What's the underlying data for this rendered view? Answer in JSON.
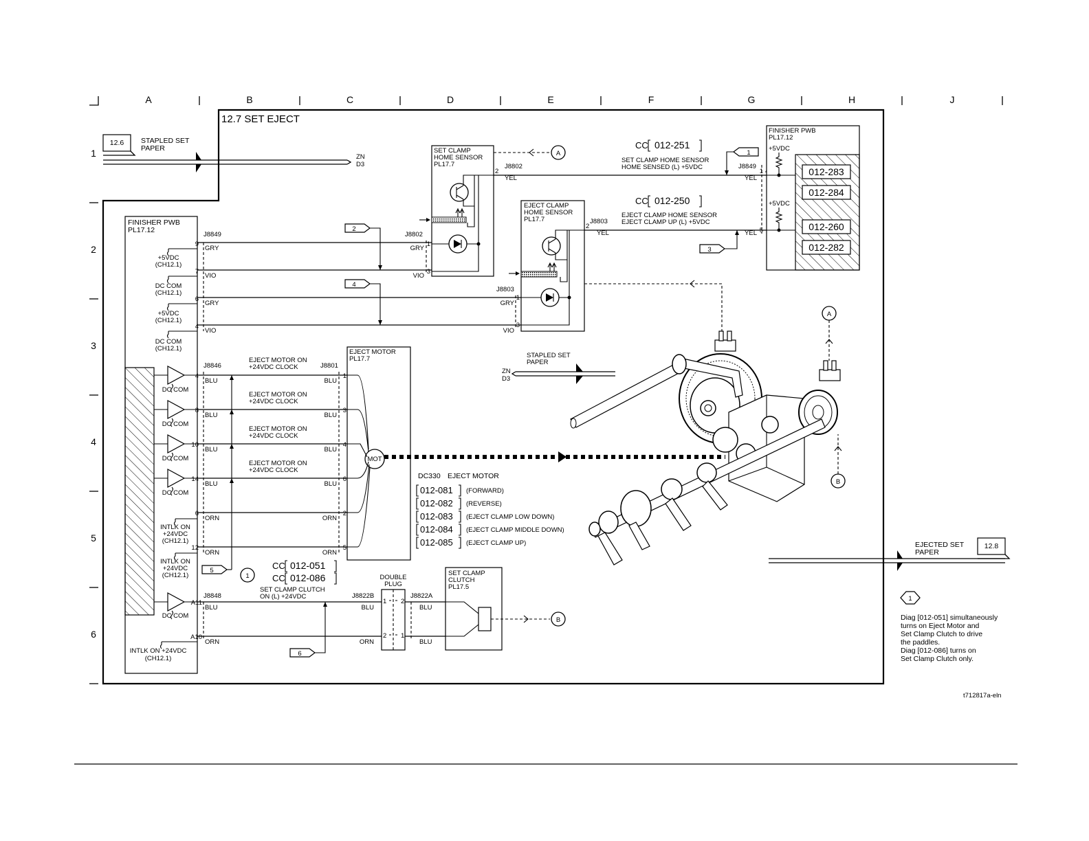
{
  "columns": [
    "A",
    "B",
    "C",
    "D",
    "E",
    "F",
    "G",
    "H",
    "J"
  ],
  "rows": [
    "1",
    "2",
    "3",
    "4",
    "5",
    "6"
  ],
  "section_title": "12.7 SET EJECT",
  "refs": {
    "in_ref": "12.6",
    "out_ref": "12.8"
  },
  "stapled_in": {
    "line1": "STAPLED SET",
    "line2": "PAPER"
  },
  "zone_ref": {
    "zn": "ZN",
    "d3": "D3"
  },
  "mech_stapled": {
    "line1": "STAPLED SET",
    "line2": "PAPER",
    "zn": "ZN",
    "d3": "D3"
  },
  "ejected_out": {
    "line1": "EJECTED SET",
    "line2": "PAPER"
  },
  "left_pwb": {
    "line1": "FINISHER PWB",
    "line2": "PL17.12"
  },
  "right_pwb": {
    "line1": "FINISHER PWB",
    "line2": "PL17.12",
    "v1": "+5VDC",
    "v2": "+5VDC"
  },
  "fault_codes": [
    "012-283",
    "012-284",
    "012-260",
    "012-282"
  ],
  "set_clamp_sensor": {
    "line1": "SET CLAMP",
    "line2": "HOME SENSOR",
    "line3": "PL17.7"
  },
  "eject_clamp_sensor": {
    "line1": "EJECT CLAMP",
    "line2": "HOME SENSOR",
    "line3": "PL17.7"
  },
  "cc_251": {
    "cc": "CC",
    "code": "012-251",
    "sig1": "SET CLAMP HOME SENSOR",
    "sig2": "HOME SENSED (L) +5VDC"
  },
  "cc_250": {
    "cc": "CC",
    "code": "012-250",
    "sig1": "EJECT CLAMP HOME SENSOR",
    "sig2": "EJECT CLAMP UP (L) +5VDC"
  },
  "connectors": {
    "j8849": "J8849",
    "j8802": "J8802",
    "j8803": "J8803",
    "j8846": "J8846",
    "j8801": "J8801",
    "j8848": "J8848",
    "j8822b": "J8822B",
    "j8822a": "J8822A"
  },
  "pins_upper": [
    "9",
    "7",
    "6",
    "4"
  ],
  "pins_motor": [
    "4",
    "8",
    "10",
    "14",
    "6",
    "12"
  ],
  "motor_pins_r": [
    "1",
    "3",
    "4",
    "6",
    "2",
    "5"
  ],
  "pins_bottom": [
    "A11",
    "A10"
  ],
  "sensor_pins": [
    "1",
    "2",
    "3"
  ],
  "wires": {
    "gry": "GRY",
    "vio": "VIO",
    "yel": "YEL",
    "blu": "BLU",
    "orn": "ORN"
  },
  "pwb_labels": {
    "v5_1": "+5VDC",
    "ch_1": "(CH12.1)",
    "dccom_1": "DC COM",
    "ch_2": "(CH12.1)",
    "v5_2": "+5VDC",
    "ch_3": "(CH12.1)",
    "dccom_2": "DC COM",
    "ch_4": "(CH12.1)",
    "dccom": "DC COM",
    "intlk1": "INTLK ON",
    "intlk1b": "+24VDC",
    "intlk1c": "(CH12.1)",
    "intlk2": "INTLK ON",
    "intlk2b": "+24VDC",
    "intlk2c": "(CH12.1)",
    "intlk3": "INTLK ON +24VDC",
    "intlk3b": "(CH12.1)"
  },
  "motor_signal": {
    "line1": "EJECT MOTOR ON",
    "line2": "+24VDC CLOCK"
  },
  "eject_motor": {
    "line1": "EJECT MOTOR",
    "line2": "PL17.7",
    "mot": "MOT",
    "id": "DC330",
    "name": "EJECT MOTOR"
  },
  "motor_codes": [
    {
      "code": "012-081",
      "desc": "(FORWARD)"
    },
    {
      "code": "012-082",
      "desc": "(REVERSE)"
    },
    {
      "code": "012-083",
      "desc": "(EJECT CLAMP LOW DOWN)"
    },
    {
      "code": "012-084",
      "desc": "(EJECT CLAMP MIDDLE DOWN)"
    },
    {
      "code": "012-085",
      "desc": "(EJECT CLAMP UP)"
    }
  ],
  "cc_clutch": {
    "cc": "CC",
    "code1": "012-051",
    "code2": "012-086",
    "sig1": "SET CLAMP CLUTCH",
    "sig2": "ON (L) +24VDC"
  },
  "double_plug": {
    "line1": "DOUBLE",
    "line2": "PLUG"
  },
  "set_clamp_clutch": {
    "line1": "SET CLAMP",
    "line2": "CLUTCH",
    "line3": "PL17.5"
  },
  "flags": [
    "1",
    "2",
    "3",
    "4",
    "5",
    "6"
  ],
  "callout_a": "A",
  "callout_b": "B",
  "note_marker": "1",
  "note_lines": [
    "Diag [012-051] simultaneously",
    "turns on Eject Motor and",
    "Set Clamp Clutch to drive",
    "the paddles.",
    "Diag [012-086] turns on",
    "Set Clamp Clutch only."
  ],
  "figure_id": "t712817a-eln"
}
